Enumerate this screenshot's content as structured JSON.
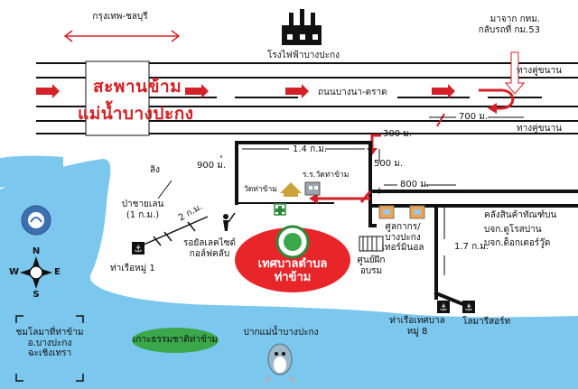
{
  "colors": {
    "water": "#7cc7ee",
    "road": "#111111",
    "arrow": "#d42127",
    "municipality": "#e8262a",
    "island": "#3aa84a",
    "label_green": "#1a6b2a"
  },
  "labels": {
    "bangkok_chonburi": "กรุงเทพ-ชลบุรี",
    "power_plant": "โรงไฟฟ้าบางปะกง",
    "from_bangkok_1": "มาจาก กทม.",
    "from_bangkok_2": "กลับรถที่ กม.53",
    "frontage_road_top": "ทางคู่ขนาน",
    "frontage_road_bottom": "ทางคู่ขนาน",
    "bridge_1": "สะพานข้าม",
    "bridge_2": "แม่น้ำบางปะกง",
    "road_bangna_trat": "ถนนบางนา-ตราด",
    "dist_700": "700 ม.",
    "dist_300": "300 ม.",
    "dist_1_4km": "1.4 ก.ม.",
    "dist_900": "900 ม.",
    "dist_500": "500 ม.",
    "dist_800": "800 ม.",
    "dist_1_7km": "1.7 ก.ม.",
    "dist_2km": "2 ก.ม.",
    "monkey": "ลิง",
    "mangrove_1": "ป่าชายเลน",
    "mangrove_2": "(1 ก.ม.)",
    "wat_thakham": "วัดท่าข้าม",
    "school_1": "ร.ร.วัดท่าข้าม",
    "golf_1": "รอยัลเลคไซด์",
    "golf_2": "กอล์ฟคลับ",
    "pier_1": "ท่าเรือหมู่ 1",
    "municipality_1": "เทศบาลตำบล",
    "municipality_2": "ท่าข้าม",
    "sports_1": "ศูนย์ฝึก",
    "sports_2": "อบรม",
    "center_1": "ศูลกากร/",
    "center_2": "บางปะกง",
    "center_3": "เทอร์มินอล",
    "warehouse_1": "คลังสินค้าทัณฑ์บน",
    "warehouse_2": "บจก.ดูโรสปาน",
    "warehouse_3": "บจก.ด็อกเตอร์วู๊ด",
    "pier_2_1": "ท่าเรือเทศบาล",
    "pier_2_2": "หมู่ 8",
    "marine": "โลมารีสอร์ท",
    "island": "เกาะธรรมชาติท่าข้าม",
    "river_mouth": "ปากแม่น้ำบางปะกง",
    "club_1": "ชมโลมาที่ท่าข้าม",
    "club_2": "อ.บางปะกง",
    "club_3": "ฉะเชิงเทรา",
    "compass_n": "N",
    "compass_s": "S",
    "compass_e": "E",
    "compass_w": "W"
  }
}
